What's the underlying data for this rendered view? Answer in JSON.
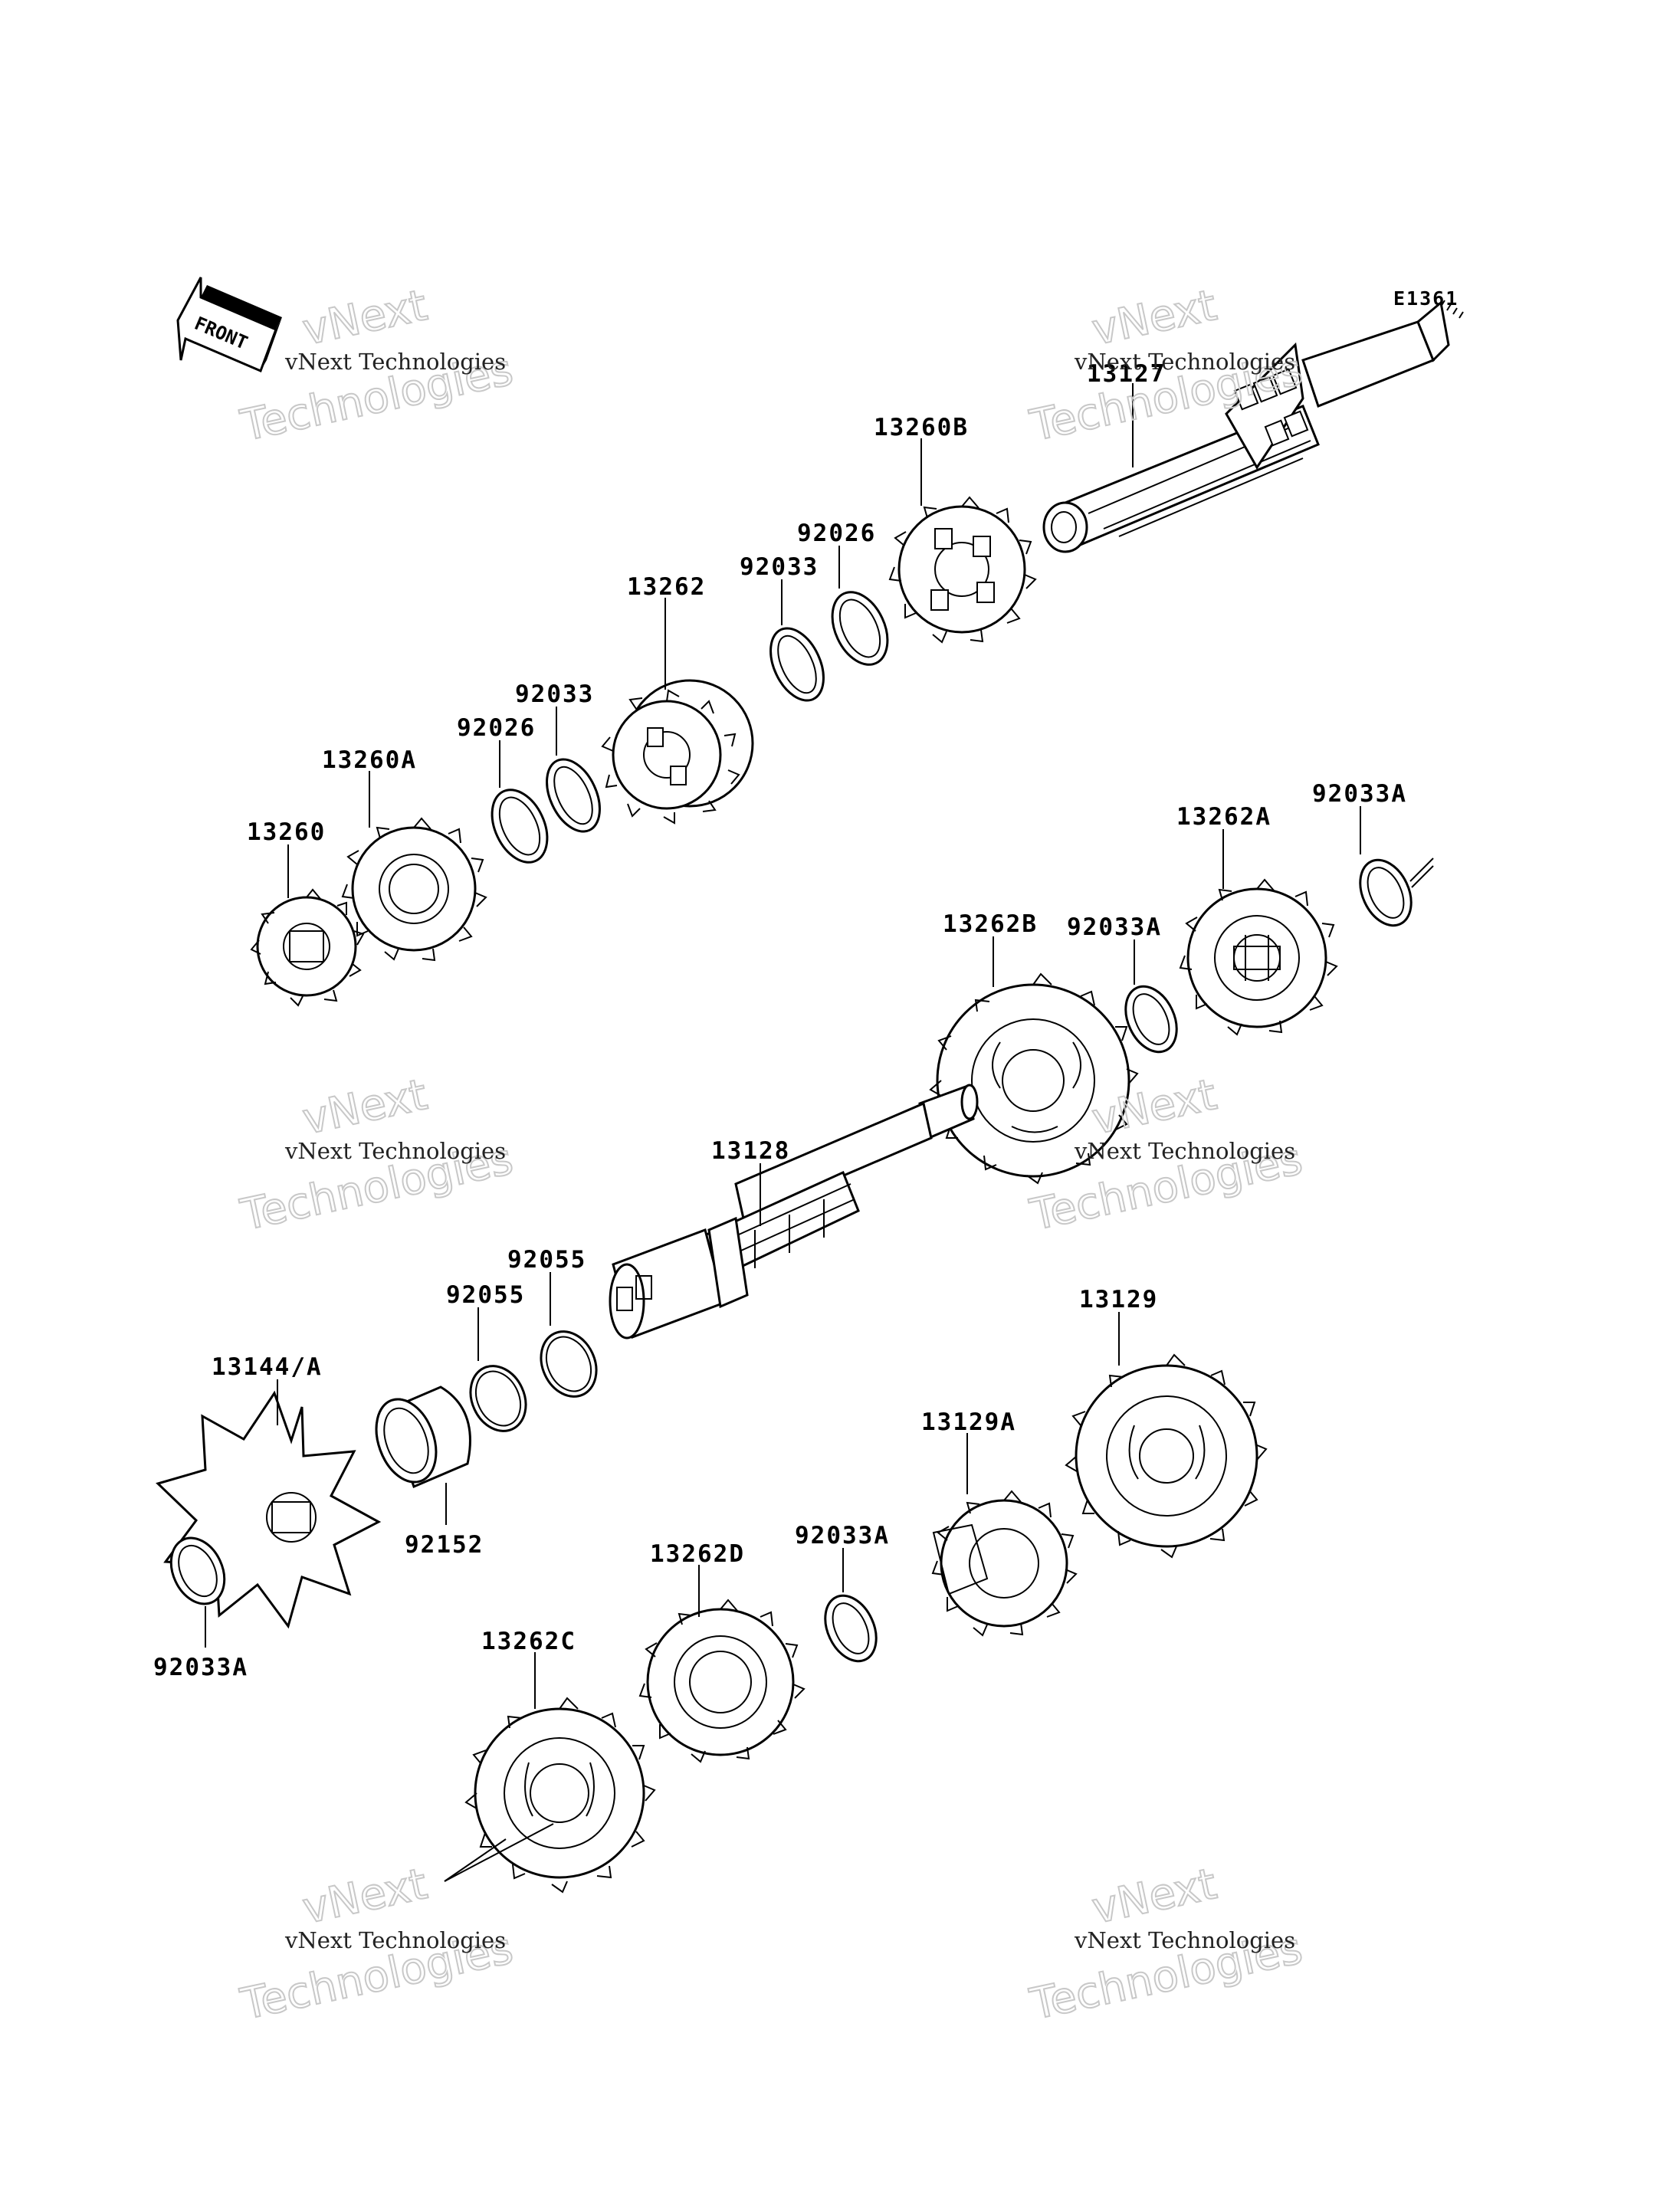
{
  "diagram": {
    "ref_code": "E1361",
    "front_label": "FRONT",
    "watermark": {
      "line1": "vNext Technologies",
      "line2": "vNext",
      "line3": "Technologies"
    },
    "labels": [
      {
        "id": "13127",
        "text": "13127"
      },
      {
        "id": "13260B",
        "text": "13260B"
      },
      {
        "id": "92026a",
        "text": "92026"
      },
      {
        "id": "92033a",
        "text": "92033"
      },
      {
        "id": "13262",
        "text": "13262"
      },
      {
        "id": "92033b",
        "text": "92033"
      },
      {
        "id": "92026b",
        "text": "92026"
      },
      {
        "id": "13260A",
        "text": "13260A"
      },
      {
        "id": "13260",
        "text": "13260"
      },
      {
        "id": "92033Aa",
        "text": "92033A"
      },
      {
        "id": "13262A",
        "text": "13262A"
      },
      {
        "id": "13262B",
        "text": "13262B"
      },
      {
        "id": "92033Ab",
        "text": "92033A"
      },
      {
        "id": "13128",
        "text": "13128"
      },
      {
        "id": "92055a",
        "text": "92055"
      },
      {
        "id": "92055b",
        "text": "92055"
      },
      {
        "id": "13144A",
        "text": "13144/A"
      },
      {
        "id": "92152",
        "text": "92152"
      },
      {
        "id": "92033Ac",
        "text": "92033A"
      },
      {
        "id": "13129",
        "text": "13129"
      },
      {
        "id": "13129A",
        "text": "13129A"
      },
      {
        "id": "92033Ad",
        "text": "92033A"
      },
      {
        "id": "13262D",
        "text": "13262D"
      },
      {
        "id": "13262C",
        "text": "13262C"
      }
    ]
  }
}
